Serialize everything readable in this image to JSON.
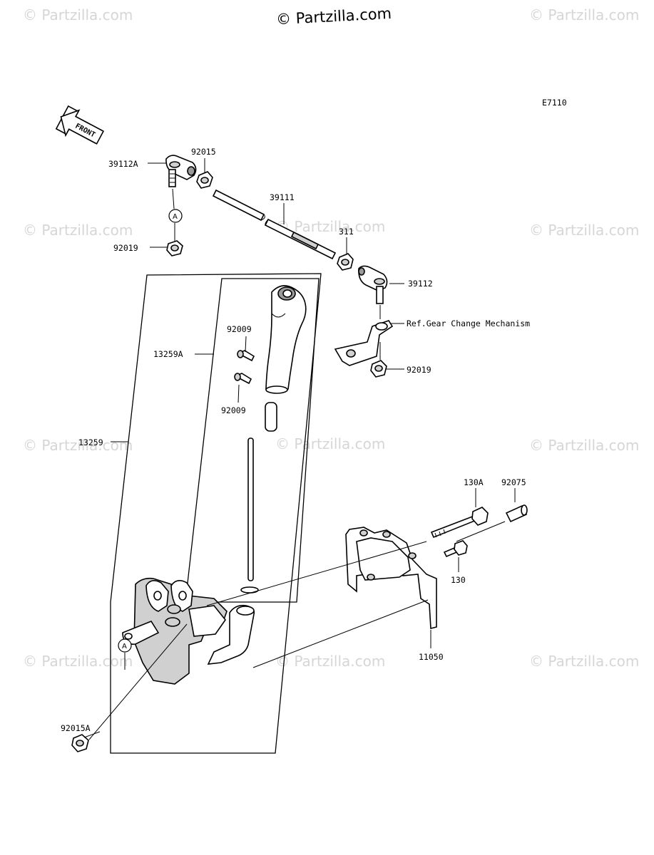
{
  "watermark": {
    "top": "© Partzilla.com",
    "tile": "© Partzilla.com"
  },
  "figure_code": "E7110",
  "front_label": "FRONT",
  "ref_note": "Ref.Gear Change Mechanism",
  "callout_marker": "A",
  "parts": {
    "p39112A": "39112A",
    "p92015": "92015",
    "p39111": "39111",
    "p92019_top": "92019",
    "p311": "311",
    "p39112": "39112",
    "p92019_right": "92019",
    "p92009_top": "92009",
    "p13259A": "13259A",
    "p92009_bottom": "92009",
    "p13259": "13259",
    "p130A": "130A",
    "p92075": "92075",
    "p130": "130",
    "p11050": "11050",
    "p92015A": "92015A"
  }
}
